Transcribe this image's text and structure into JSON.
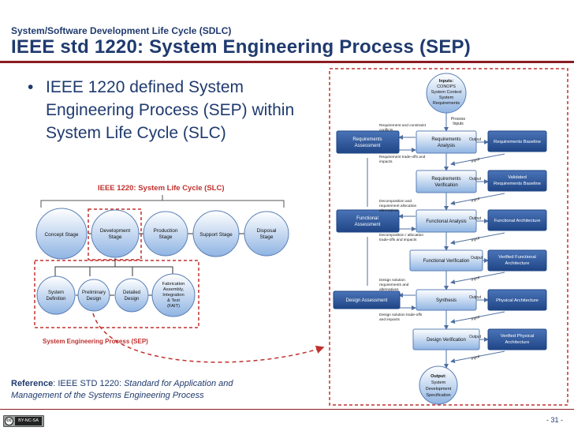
{
  "header": {
    "suptitle": "System/Software Development Life Cycle (SDLC)",
    "title": "IEEE std 1220: System Engineering Process (SEP)"
  },
  "bullet": {
    "marker": "•",
    "text": "IEEE 1220 defined System Engineering Process (SEP) within System Life Cycle (SLC)"
  },
  "slc": {
    "title": "IEEE 1220: System Life Cycle (SLC)",
    "stages": [
      {
        "lines": [
          "Concept Stage"
        ]
      },
      {
        "lines": [
          "Development",
          "Stage"
        ]
      },
      {
        "lines": [
          "Production",
          "Stage"
        ]
      },
      {
        "lines": [
          "Support Stage"
        ]
      },
      {
        "lines": [
          "Disposal",
          "Stage"
        ]
      }
    ],
    "substages": [
      {
        "lines": [
          "System",
          "Definition"
        ]
      },
      {
        "lines": [
          "Preliminary",
          "Design"
        ]
      },
      {
        "lines": [
          "Detailed",
          "Design"
        ]
      },
      {
        "lines": [
          "Fabrication",
          "Assembly,",
          "Integration",
          "& Test",
          "(FAIT)"
        ]
      }
    ],
    "sep_label": "System Engineering Process (SEP)"
  },
  "sep": {
    "inputs": [
      "Inputs:",
      "CONOPS",
      "System Context",
      "System",
      "Requirements"
    ],
    "process_inputs": [
      "Process",
      "Inputs"
    ],
    "center_boxes": [
      {
        "lines": [
          "Requirements",
          "Analysis"
        ]
      },
      {
        "lines": [
          "Requirements",
          "Verification"
        ]
      },
      {
        "lines": [
          "Functional Analysis"
        ]
      },
      {
        "lines": [
          "Functional Verification"
        ]
      },
      {
        "lines": [
          "Synthesis"
        ]
      },
      {
        "lines": [
          "Design Verification"
        ]
      }
    ],
    "left_boxes": [
      {
        "lines": [
          "Requirements",
          "Assessment"
        ]
      },
      {
        "lines": [
          "Functional",
          "Assessment"
        ]
      },
      {
        "lines": [
          "Design Assessment"
        ]
      }
    ],
    "right_boxes": [
      {
        "lines": [
          "Requirements Baseline"
        ]
      },
      {
        "lines": [
          "Validated",
          "Requirements Baseline"
        ]
      },
      {
        "lines": [
          "Functional Architecture"
        ]
      },
      {
        "lines": [
          "Verified Functional",
          "Architecture"
        ]
      },
      {
        "lines": [
          "Physical Architecture"
        ]
      },
      {
        "lines": [
          "Verified Physical",
          "Architecture"
        ]
      }
    ],
    "annotations": [
      {
        "lines": [
          "Requirement and constraint",
          "conflicts"
        ]
      },
      {
        "lines": [
          "Requirement trade-offs and",
          "impacts"
        ]
      },
      {
        "lines": [
          "Decomposition and",
          "requirement allocation",
          "alternatives"
        ]
      },
      {
        "lines": [
          "Decomposition / allocation",
          "trade-offs and impacts"
        ]
      },
      {
        "lines": [
          "Design solution",
          "requirements and",
          "alternatives"
        ]
      },
      {
        "lines": [
          "Design solution trade-offs",
          "and impacts"
        ]
      }
    ],
    "output_label": "Output",
    "input_label": "Input",
    "output_final": [
      "Output:",
      "System",
      "Development",
      "Specification"
    ]
  },
  "reference": {
    "label": "Reference",
    "text": ": IEEE STD 1220: ",
    "italic": "Standard for Application and Management of the Systems Engineering Process"
  },
  "footer": {
    "page": "- 31 -",
    "cc": "cc",
    "license": "BY-NC-SA"
  },
  "colors": {
    "title": "#1f3a6e",
    "accent_red": "#c0302e",
    "rule": "#8c1c23",
    "box_top": "#ffffff",
    "box_bottom": "#8fb4e3",
    "box_stroke": "#5b7fb5",
    "assessment_fill": "#2f5597"
  }
}
